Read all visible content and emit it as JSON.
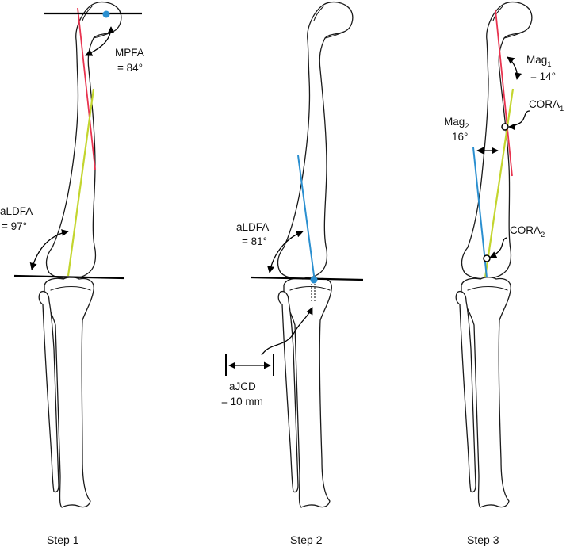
{
  "colors": {
    "mechanical_axis_red": "#e8334f",
    "anatomic_axis_green": "#c3d52e",
    "shifted_axis_blue": "#2a8fd0",
    "joint_line_black": "#000000",
    "femoral_head_center": "#2a8fd0"
  },
  "panels": [
    {
      "step_label": "Step 1",
      "annotations": {
        "mpfa_label": "MPFA",
        "mpfa_value": "= 84°",
        "aldfa_label": "aLDFA",
        "aldfa_value": "= 97°"
      }
    },
    {
      "step_label": "Step 2",
      "annotations": {
        "aldfa_label": "aLDFA",
        "aldfa_value": "= 81°",
        "ajcd_label": "aJCD",
        "ajcd_value": "= 10 mm"
      }
    },
    {
      "step_label": "Step 3",
      "annotations": {
        "mag1_base": "Mag",
        "mag1_sub": "1",
        "mag1_value": "= 14°",
        "cora1_base": "CORA",
        "cora1_sub": "1",
        "mag2_base": "Mag",
        "mag2_sub": "2",
        "mag2_value": "16°",
        "cora2_base": "CORA",
        "cora2_sub": "2"
      }
    }
  ]
}
